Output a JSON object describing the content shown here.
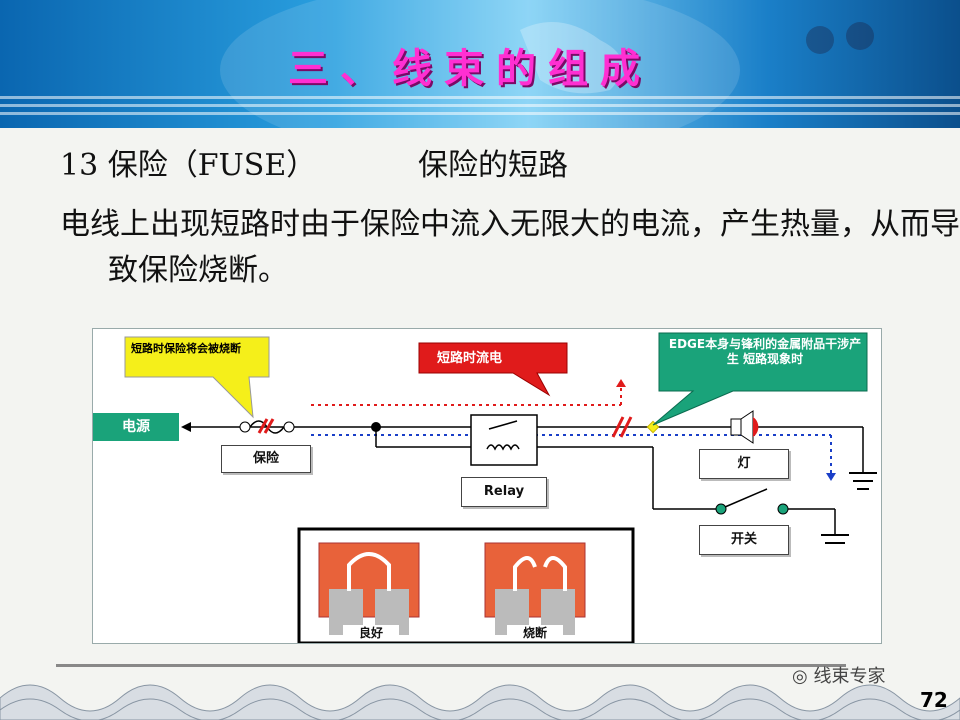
{
  "banner": {
    "title": "三、线束的组成"
  },
  "heading": {
    "main": "13 保险（FUSE）",
    "sub": "保险的短路"
  },
  "body": {
    "text": "电线上出现短路时由于保险中流入无限大的电流，产生热量，从而导致保险烧断。"
  },
  "diagram": {
    "callout_yellow": "短路时保险将会被烧断",
    "callout_red": "短路时流电",
    "callout_green": "EDGE本身与锋利的金属附品干涉产生 短路现象时",
    "power_label": "电源",
    "fuse_label": "保险",
    "relay_label": "Relay",
    "lamp_label": "灯",
    "switch_label": "开关",
    "fuse_good_label": "良好",
    "fuse_blown_label": "烧断"
  },
  "footer": {
    "brand": "线束专家",
    "page": "72"
  },
  "colors": {
    "title_magenta": "#ff2fd2",
    "power_green": "#1aa37a",
    "callout_red": "#e01b1b",
    "callout_yellow": "#f5ef1a"
  }
}
